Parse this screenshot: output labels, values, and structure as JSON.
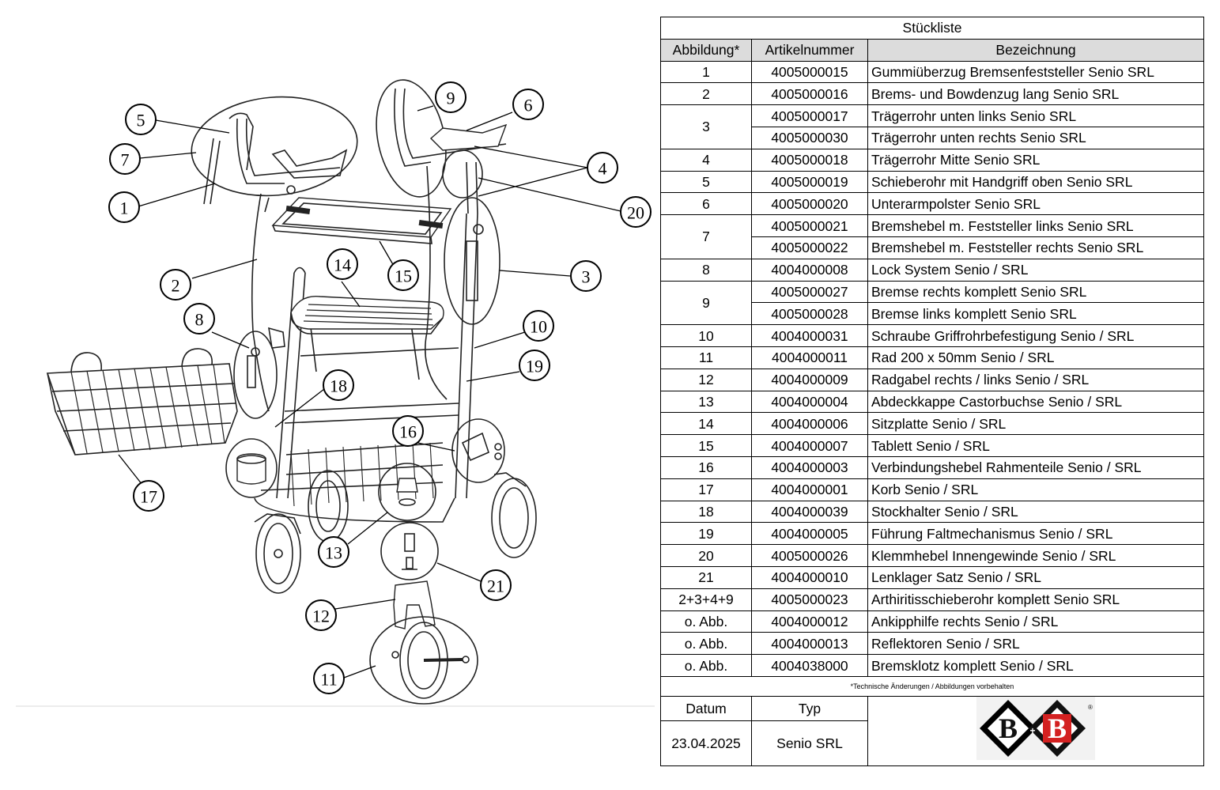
{
  "table": {
    "title": "Stückliste",
    "headers": [
      "Abbildung*",
      "Artikelnummer",
      "Bezeichnung"
    ],
    "rows": [
      {
        "fig": "1",
        "items": [
          {
            "number": "4005000015",
            "name": "Gummiüberzug Bremsenfeststeller Senio SRL"
          }
        ]
      },
      {
        "fig": "2",
        "items": [
          {
            "number": "4005000016",
            "name": "Brems- und Bowdenzug lang Senio SRL"
          }
        ]
      },
      {
        "fig": "3",
        "items": [
          {
            "number": "4005000017",
            "name": "Trägerrohr unten links Senio SRL"
          },
          {
            "number": "4005000030",
            "name": "Trägerrohr unten rechts Senio SRL"
          }
        ]
      },
      {
        "fig": "4",
        "items": [
          {
            "number": "4005000018",
            "name": "Trägerrohr Mitte Senio SRL"
          }
        ]
      },
      {
        "fig": "5",
        "items": [
          {
            "number": "4005000019",
            "name": "Schieberohr mit Handgriff oben Senio SRL"
          }
        ]
      },
      {
        "fig": "6",
        "items": [
          {
            "number": "4005000020",
            "name": "Unterarmpolster Senio SRL"
          }
        ]
      },
      {
        "fig": "7",
        "items": [
          {
            "number": "4005000021",
            "name": "Bremshebel m. Feststeller links Senio SRL"
          },
          {
            "number": "4005000022",
            "name": "Bremshebel m. Feststeller rechts Senio SRL"
          }
        ]
      },
      {
        "fig": "8",
        "items": [
          {
            "number": "4004000008",
            "name": "Lock System Senio / SRL"
          }
        ]
      },
      {
        "fig": "9",
        "items": [
          {
            "number": "4005000027",
            "name": "Bremse rechts komplett Senio SRL"
          },
          {
            "number": "4005000028",
            "name": "Bremse links komplett Senio SRL"
          }
        ]
      },
      {
        "fig": "10",
        "items": [
          {
            "number": "4004000031",
            "name": "Schraube Griffrohrbefestigung Senio / SRL"
          }
        ]
      },
      {
        "fig": "11",
        "items": [
          {
            "number": "4004000011",
            "name": "Rad 200 x 50mm Senio / SRL"
          }
        ]
      },
      {
        "fig": "12",
        "items": [
          {
            "number": "4004000009",
            "name": "Radgabel rechts / links Senio / SRL"
          }
        ]
      },
      {
        "fig": "13",
        "items": [
          {
            "number": "4004000004",
            "name": "Abdeckkappe Castorbuchse Senio / SRL"
          }
        ]
      },
      {
        "fig": "14",
        "items": [
          {
            "number": "4004000006",
            "name": "Sitzplatte Senio / SRL"
          }
        ]
      },
      {
        "fig": "15",
        "items": [
          {
            "number": "4004000007",
            "name": "Tablett Senio / SRL"
          }
        ]
      },
      {
        "fig": "16",
        "items": [
          {
            "number": "4004000003",
            "name": "Verbindungshebel Rahmenteile Senio / SRL"
          }
        ]
      },
      {
        "fig": "17",
        "items": [
          {
            "number": "4004000001",
            "name": "Korb Senio / SRL"
          }
        ]
      },
      {
        "fig": "18",
        "items": [
          {
            "number": "4004000039",
            "name": "Stockhalter Senio / SRL"
          }
        ]
      },
      {
        "fig": "19",
        "items": [
          {
            "number": "4004000005",
            "name": "Führung Faltmechanismus Senio / SRL"
          }
        ]
      },
      {
        "fig": "20",
        "items": [
          {
            "number": "4005000026",
            "name": "Klemmhebel Innengewinde Senio / SRL"
          }
        ]
      },
      {
        "fig": "21",
        "items": [
          {
            "number": "4004000010",
            "name": "Lenklager Satz Senio / SRL"
          }
        ]
      },
      {
        "fig": "2+3+4+9",
        "items": [
          {
            "number": "4005000023",
            "name": "Arthiritisschieberohr komplett Senio SRL"
          }
        ]
      },
      {
        "fig": "o. Abb.",
        "items": [
          {
            "number": "4004000012",
            "name": "Ankipphilfe rechts Senio / SRL"
          }
        ]
      },
      {
        "fig": "o. Abb.",
        "items": [
          {
            "number": "4004000013",
            "name": "Reflektoren Senio / SRL"
          }
        ]
      },
      {
        "fig": "o. Abb.",
        "items": [
          {
            "number": "4004038000",
            "name": "Bremsklotz komplett Senio / SRL"
          }
        ]
      }
    ],
    "notice": "*Technische Änderungen / Abbildungen vorbehalten",
    "footer": {
      "date_label": "Datum",
      "type_label": "Typ",
      "date_value": "23.04.2025",
      "type_value": "Senio SRL"
    }
  },
  "logo": {
    "left": "B",
    "right": "B",
    "plus": "+",
    "registered": "®",
    "left_color": "#000000",
    "right_color": "#d32020"
  },
  "callouts": [
    "1",
    "2",
    "3",
    "4",
    "5",
    "6",
    "7",
    "8",
    "9",
    "10",
    "11",
    "12",
    "13",
    "14",
    "15",
    "16",
    "17",
    "18",
    "19",
    "20",
    "21"
  ]
}
